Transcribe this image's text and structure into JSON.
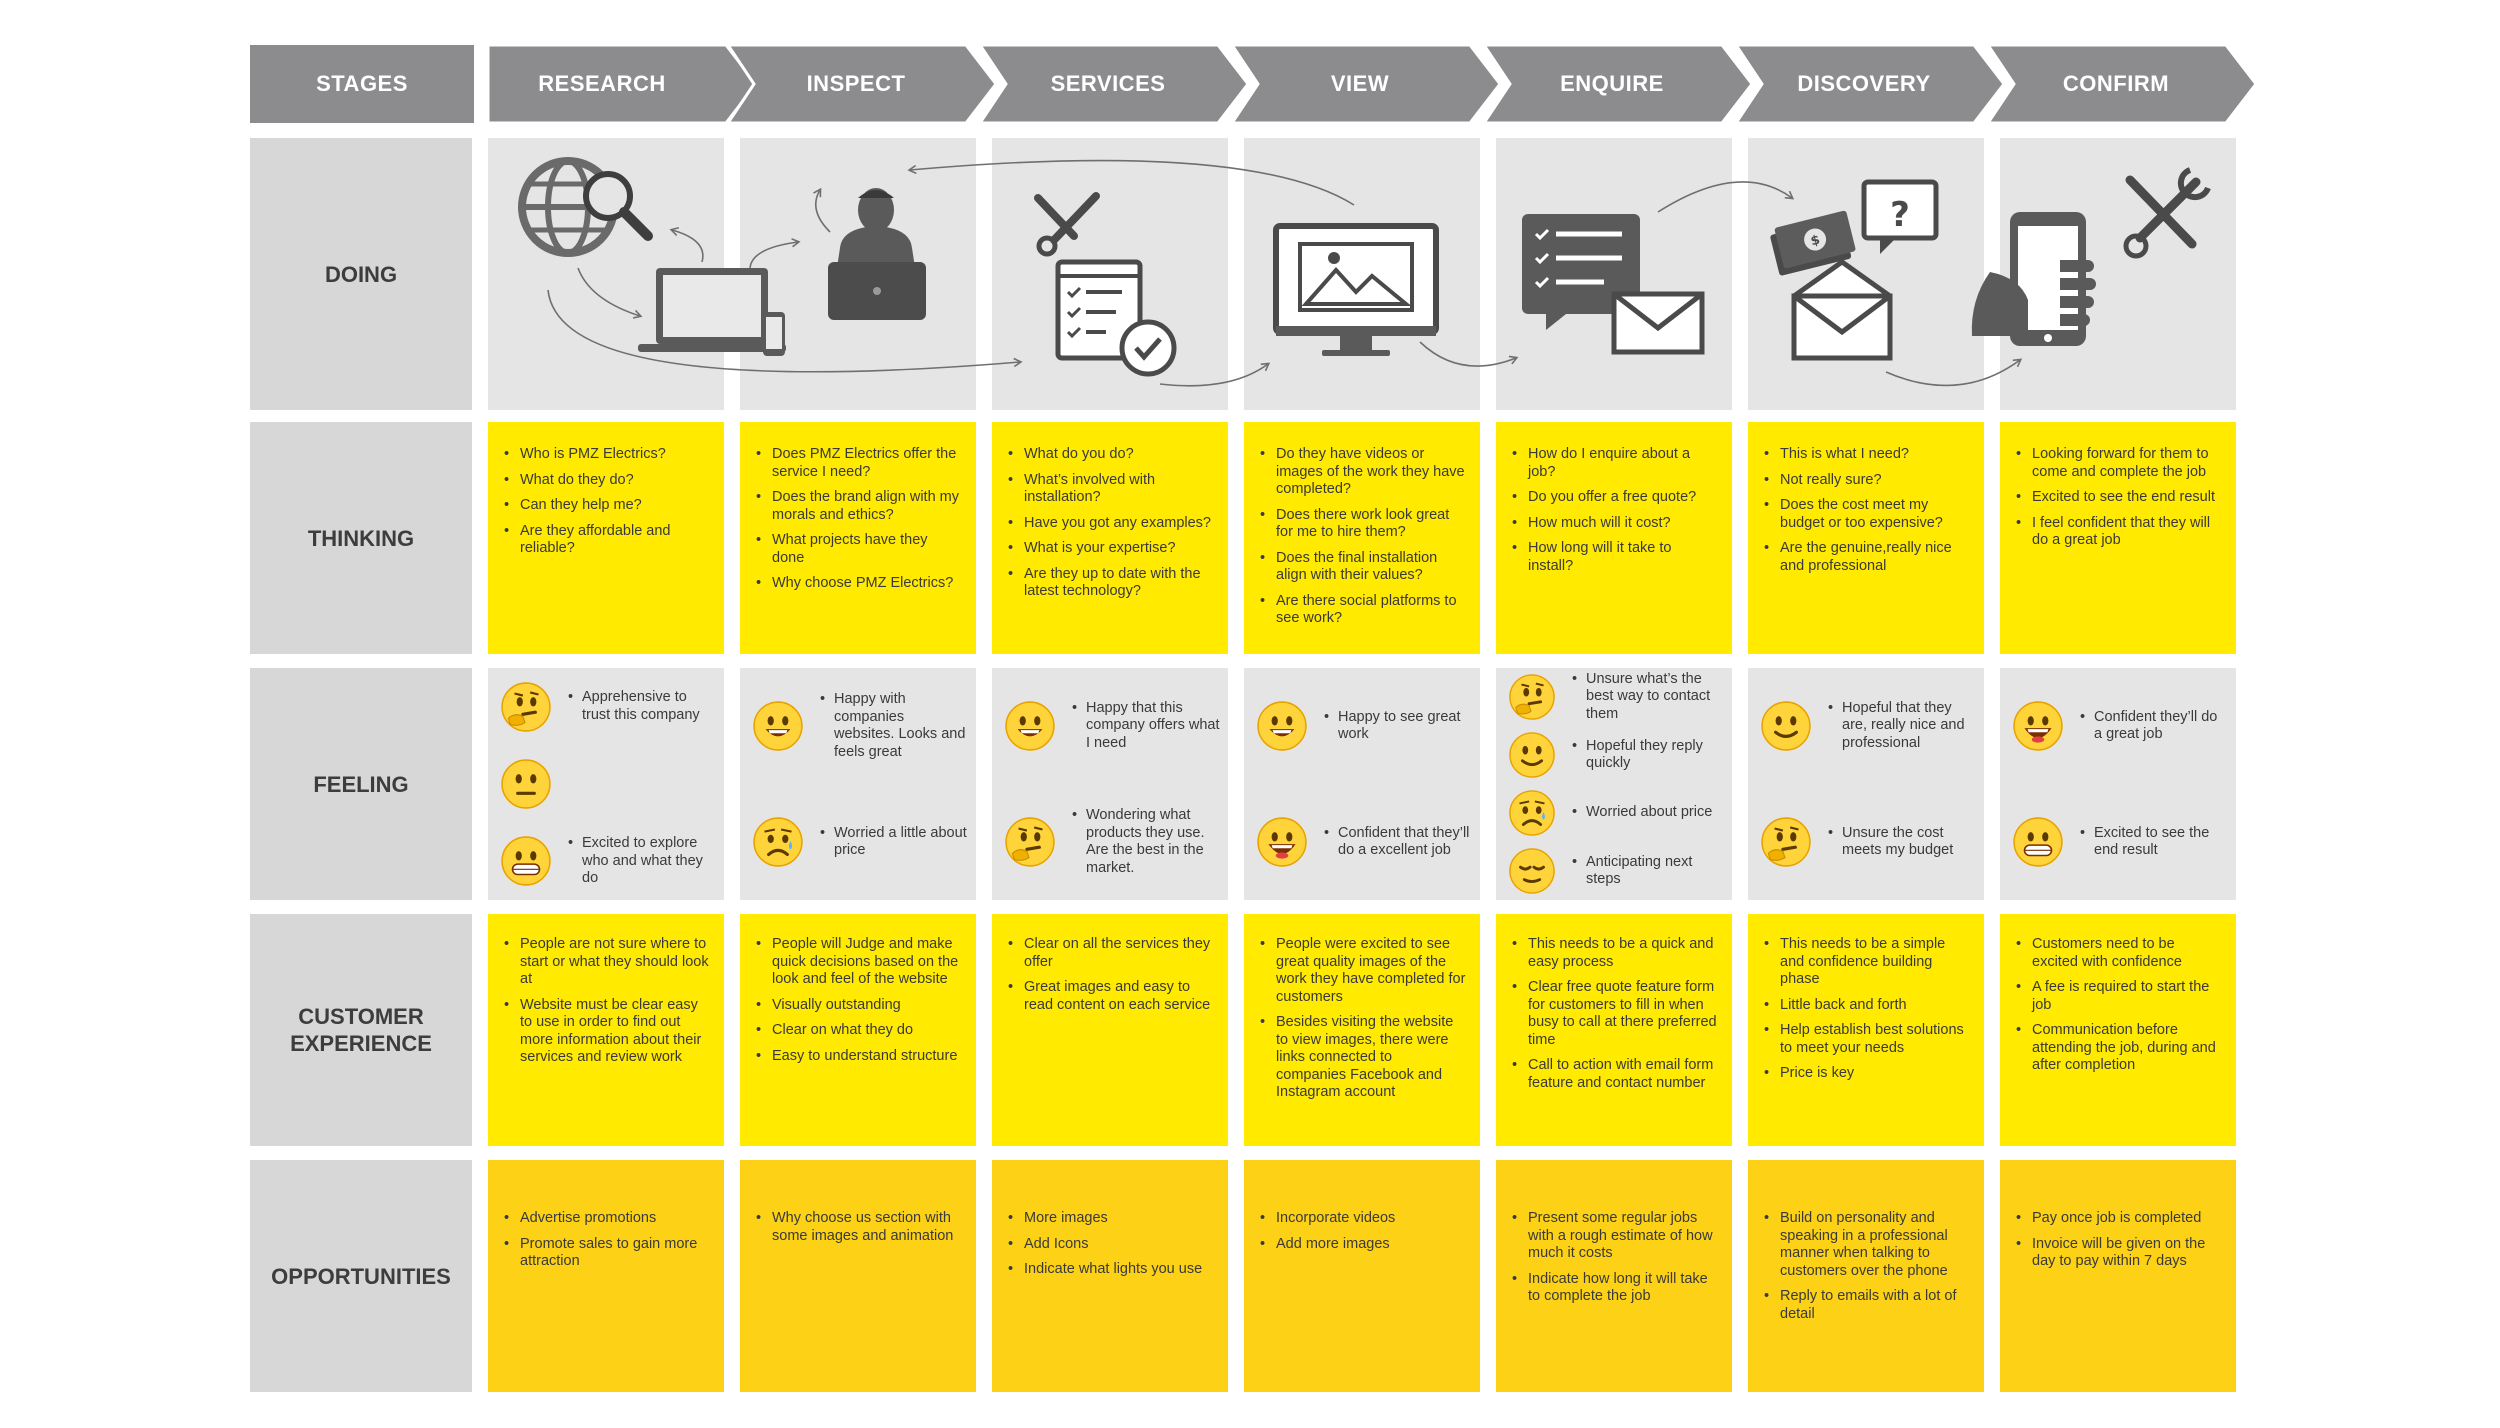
{
  "stages_label": "STAGES",
  "stages": [
    "RESEARCH",
    "INSPECT",
    "SERVICES",
    "VIEW",
    "ENQUIRE",
    "DISCOVERY",
    "CONFIRM"
  ],
  "rows": {
    "doing": "DOING",
    "thinking": "THINKING",
    "feeling": "FEELING",
    "customer_experience": "CUSTOMER EXPERIENCE",
    "opportunities": "OPPORTUNITIES"
  },
  "thinking": [
    [
      "Who is PMZ Electrics?",
      "What do they do?",
      "Can they help me?",
      "Are they affordable and reliable?"
    ],
    [
      "Does PMZ Electrics offer the service I need?",
      "Does the brand align with my morals and ethics?",
      "What projects have they done",
      "Why choose PMZ Electrics?"
    ],
    [
      "What do you do?",
      "What’s involved with installation?",
      "Have you got any examples?",
      "What is your expertise?",
      "Are they up to date with the latest technology?"
    ],
    [
      "Do they have videos or images of the work they have completed?",
      "Does there work look great for me to hire them?",
      "Does the final installation align with their values?",
      "Are there social platforms to see work?"
    ],
    [
      "How do I enquire about a job?",
      "Do you offer a free quote?",
      "How much will it cost?",
      "How long will it take to install?"
    ],
    [
      "This is what I need?",
      "Not really sure?",
      "Does the cost meet my budget or too expensive?",
      "Are the genuine,really nice and professional"
    ],
    [
      "Looking forward for them to come and complete the job",
      "Excited to see the end result",
      "I feel confident that they will do a great job"
    ]
  ],
  "feeling": [
    [
      {
        "text": "Apprehensive to trust this company",
        "mood": "thinking"
      },
      {
        "text": "",
        "mood": "neutral"
      },
      {
        "text": "Excited to explore who and what they do",
        "mood": "grin"
      }
    ],
    [
      {
        "text": "Happy with companies websites. Looks and feels great",
        "mood": "happy"
      },
      {
        "text": "Worried a little about price",
        "mood": "worried"
      }
    ],
    [
      {
        "text": "Happy that this company offers what I need",
        "mood": "happy"
      },
      {
        "text": "Wondering what products they use. Are the best in the market.",
        "mood": "thinking"
      }
    ],
    [
      {
        "text": "Happy to see great work",
        "mood": "happy"
      },
      {
        "text": "Confident that they’ll do a excellent job",
        "mood": "excited"
      }
    ],
    [
      {
        "text": "Unsure what’s the best way to contact them",
        "mood": "thinking"
      },
      {
        "text": "Hopeful they reply quickly",
        "mood": "smile"
      },
      {
        "text": "Worried about price",
        "mood": "worried"
      },
      {
        "text": "Anticipating next steps",
        "mood": "relieved"
      }
    ],
    [
      {
        "text": "Hopeful that they are, really nice and professional",
        "mood": "smile"
      },
      {
        "text": "Unsure the cost meets my budget",
        "mood": "thinking"
      }
    ],
    [
      {
        "text": "Confident they’ll do a great job",
        "mood": "excited"
      },
      {
        "text": "Excited to see the end result",
        "mood": "grin"
      }
    ]
  ],
  "customer_experience": [
    [
      "People are not sure where to start or what they should look at",
      "Website must be clear easy to use in order to find out more information about their services and review work"
    ],
    [
      "People will Judge and make quick decisions based on the look and feel of the website",
      "Visually outstanding",
      "Clear on what they do",
      "Easy to understand structure"
    ],
    [
      "Clear on all the services they offer",
      "Great images and easy to read content on each service"
    ],
    [
      "People were excited to see great quality images of the work they have completed for customers",
      "Besides visiting the website to view images, there were links connected to companies Facebook and Instagram account"
    ],
    [
      "This needs to be a quick and easy process",
      "Clear free quote feature form for customers to fill in when busy to call at there preferred time",
      "Call to action with email form feature and contact number"
    ],
    [
      "This needs to be a simple and confidence building phase",
      "Little back and forth",
      "Help establish best solutions to meet your needs",
      "Price is key"
    ],
    [
      "Customers need to be excited with confidence",
      "A fee is required to start the job",
      "Communication before attending the job, during and after completion"
    ]
  ],
  "opportunities": [
    [
      "Advertise promotions",
      "Promote sales to gain more attraction"
    ],
    [
      "Why choose us section with some images and animation"
    ],
    [
      "More images",
      "Add  Icons",
      "Indicate what lights you use"
    ],
    [
      "Incorporate videos",
      "Add more images"
    ],
    [
      "Present some regular jobs with a rough estimate of how much it costs",
      "Indicate how long it will take to complete the job"
    ],
    [
      "Build on personality and speaking in a professional manner when talking to customers over the phone",
      "Reply to emails with a lot of detail"
    ],
    [
      "Pay once job is completed",
      "Invoice will be given on the day to pay within 7 days"
    ]
  ],
  "icons": [
    "globe-search-icon",
    "person-laptop-icon",
    "tools-checklist-icon",
    "monitor-image-icon",
    "form-email-icon",
    "money-question-icon",
    "phone-tools-icon"
  ],
  "colors": {
    "header": "#8c8c8e",
    "label": "#d7d7d8",
    "cell_gray": "#e5e5e5",
    "thinking_yellow": "#ffea00",
    "opportunity_yellow": "#fcd116",
    "emoji": "#ffd43b"
  }
}
